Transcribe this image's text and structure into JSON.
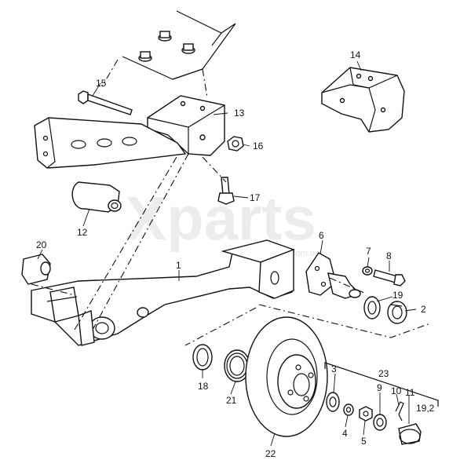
{
  "watermark": {
    "brand": "Xparts",
    "site": ".com.ua"
  },
  "callouts": [
    {
      "id": "c1",
      "text": "1"
    },
    {
      "id": "c2",
      "text": "2"
    },
    {
      "id": "c3",
      "text": "3"
    },
    {
      "id": "c4",
      "text": "4"
    },
    {
      "id": "c5",
      "text": "5"
    },
    {
      "id": "c6",
      "text": "6"
    },
    {
      "id": "c7",
      "text": "7"
    },
    {
      "id": "c8",
      "text": "8"
    },
    {
      "id": "c9",
      "text": "9"
    },
    {
      "id": "c10",
      "text": "10"
    },
    {
      "id": "c11",
      "text": "11"
    },
    {
      "id": "c12",
      "text": "12"
    },
    {
      "id": "c13",
      "text": "13"
    },
    {
      "id": "c14",
      "text": "14"
    },
    {
      "id": "c15",
      "text": "15"
    },
    {
      "id": "c16",
      "text": "16"
    },
    {
      "id": "c17",
      "text": "17"
    },
    {
      "id": "c18",
      "text": "18"
    },
    {
      "id": "c19",
      "text": "19"
    },
    {
      "id": "c20",
      "text": "20"
    },
    {
      "id": "c21",
      "text": "21"
    },
    {
      "id": "c22",
      "text": "22"
    },
    {
      "id": "c23",
      "text": "23"
    },
    {
      "id": "c19_2",
      "text": "19,2"
    }
  ]
}
